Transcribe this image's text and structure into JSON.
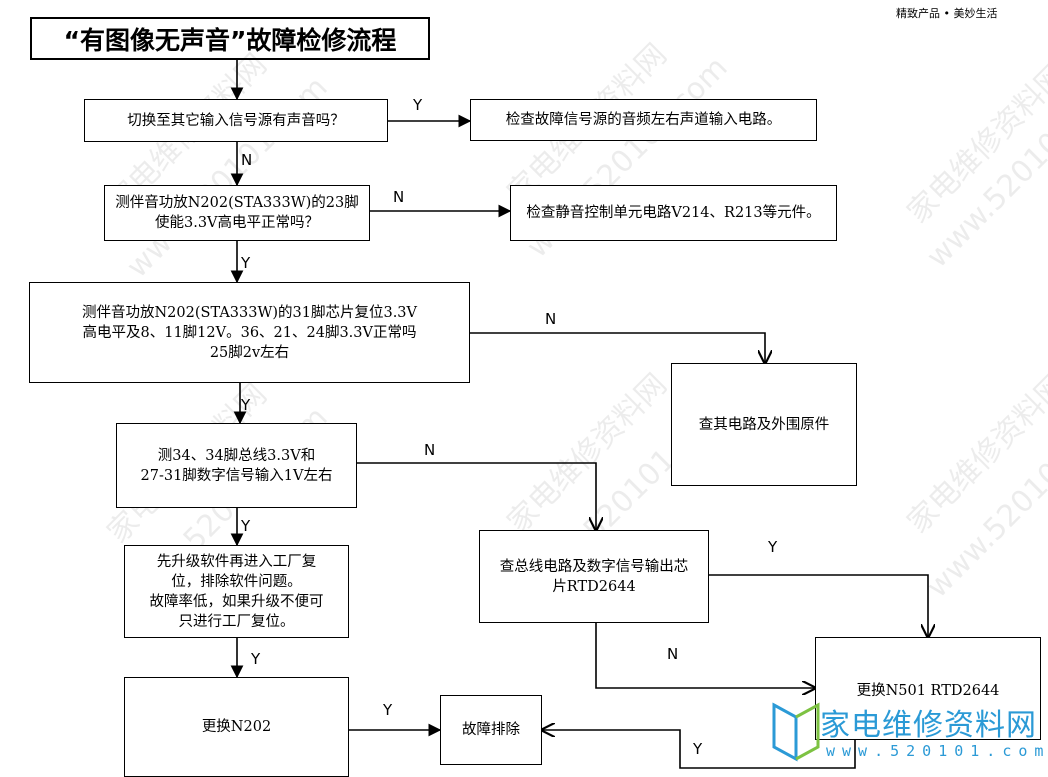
{
  "header": {
    "title": "“有图像无声音”故障检修流程",
    "slogan": "精致产品 • 美妙生活"
  },
  "boxes": {
    "q1": "切换至其它输入信号源有声音吗？",
    "a1": "检查故障信号源的音频左右声道输入电路。",
    "q2": "测伴音功放N202(STA333W)的23脚\n使能3.3V高电平正常吗？",
    "a2": "检查静音控制单元电路V214、R213等元件。",
    "q3": "测伴音功放N202(STA333W)的31脚芯片复位3.3V\n高电平及8、11脚12V。36、21、24脚3.3V正常吗\n25脚2v左右",
    "a3": "查其电路及外围原件",
    "q4": "测34、34脚总线3.3V和\n27-31脚数字信号输入1V左右",
    "a4": "查总线电路及数字信号输出芯\n片RTD2644",
    "s1": "先升级软件再进入工厂复\n位，排除软件问题。\n故障率低，如果升级不便可\n只进行工厂复位。",
    "r1": "更换N202",
    "done": "故障排除",
    "r2": "更换N501  RTD2644"
  },
  "labels": {
    "yes": "Y",
    "no": "N"
  },
  "watermark": {
    "site": "www.520101.com",
    "brand": "家电维修资料网"
  },
  "logo": {
    "text": "家电维修资料网",
    "url": "www.520101.com",
    "color": "#2b9ad6"
  }
}
